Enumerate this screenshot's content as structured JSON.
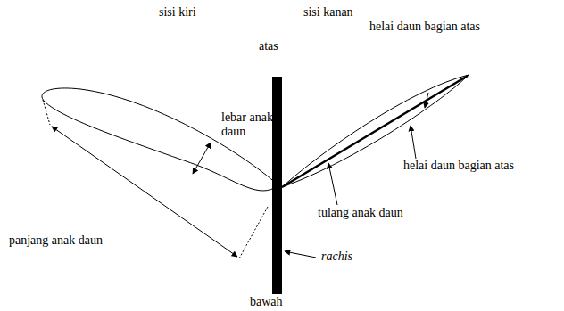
{
  "diagram": {
    "labels": [
      "sisi kiri",
      "sisi kanan",
      "atas",
      "helai daun bagian atas",
      "lebar anak daun",
      "helai daun bagian atas",
      "tulang anak daun",
      "panjang anak daun",
      "rachis",
      "bawah"
    ]
  }
}
